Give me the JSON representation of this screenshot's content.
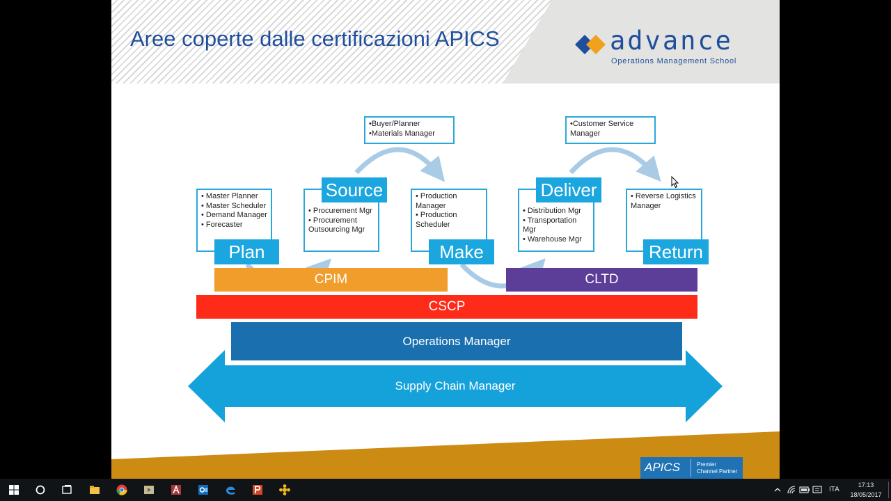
{
  "slide": {
    "title": "Aree coperte dalle certificazioni APICS",
    "logo_word": "advance",
    "logo_tagline": "Operations Management School",
    "phases": {
      "plan": "Plan",
      "source": "Source",
      "make": "Make",
      "deliver": "Deliver",
      "return": "Return"
    },
    "roles": {
      "plan": [
        "• Master Planner",
        "• Master Scheduler",
        "• Demand Manager",
        "• Forecaster"
      ],
      "source": [
        "• Procurement Mgr",
        "• Procurement",
        "  Outsourcing  Mgr"
      ],
      "source_top": [
        "•Buyer/Planner",
        "•Materials Manager"
      ],
      "make": [
        "• Production",
        "  Manager",
        "• Production",
        "  Scheduler"
      ],
      "deliver": [
        "• Distribution Mgr",
        "• Transportation",
        "  Mgr",
        "• Warehouse Mgr"
      ],
      "deliver_top": [
        "•Customer Service",
        "  Manager"
      ],
      "return": [
        "• Reverse Logistics",
        "  Manager"
      ]
    },
    "bars": {
      "cpim": "CPIM",
      "cltd": "CLTD",
      "cscp": "CSCP",
      "operations_manager": "Operations Manager",
      "supply_chain_manager": "Supply Chain Manager"
    },
    "footer_badge": {
      "word": "APICS",
      "tagline": [
        "Premier",
        "Channel Partner"
      ]
    }
  },
  "colors": {
    "title_blue": "#1f4e9c",
    "phase_blue": "#1ba6df",
    "cpim_orange": "#f19d2b",
    "cltd_purple": "#5c3d97",
    "cscp_red": "#fd2b18",
    "ops_blue": "#1a70af",
    "scm_blue": "#15a2db",
    "footer_gold": "#cc8b13"
  },
  "taskbar": {
    "icons": [
      "windows-start-icon",
      "cortana-icon",
      "task-view-icon",
      "file-explorer-icon",
      "chrome-icon",
      "media-player-icon",
      "access-icon",
      "outlook-icon",
      "edge-icon",
      "powerpoint-icon",
      "app-icon"
    ],
    "language": "ITA",
    "time": "17:13",
    "date": "18/05/2017"
  }
}
